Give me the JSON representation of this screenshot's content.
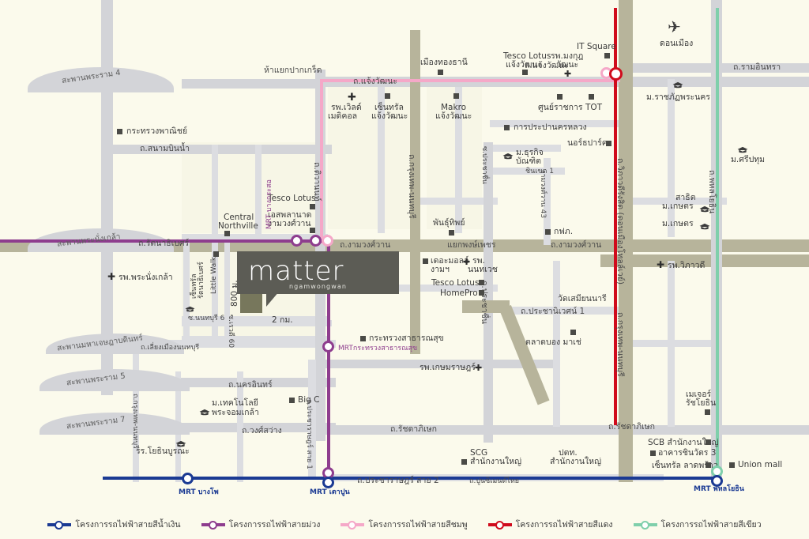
{
  "map": {
    "title": "matter ngamwongwan",
    "brand": {
      "name": "matter",
      "subtitle": "ngamwongwan"
    },
    "distances": {
      "d1": "800 ม.",
      "d2": "2 กม."
    }
  },
  "legend": {
    "items": [
      {
        "label": "โครงการรถไฟฟ้าสายสีน้ำเงิน",
        "color": "#1b3a93",
        "key": "blue"
      },
      {
        "label": "โครงการรถไฟฟ้าสายม่วง",
        "color": "#8e3d8e",
        "key": "purple"
      },
      {
        "label": "โครงการรถไฟฟ้าสายสีชมพู",
        "color": "#f5a8c8",
        "key": "pink"
      },
      {
        "label": "โครงการรถไฟฟ้าสายสีแดง",
        "color": "#d00b1c",
        "key": "red"
      },
      {
        "label": "โครงการรถไฟฟ้าสายสีเขียว",
        "color": "#7fcfab",
        "key": "green"
      }
    ]
  },
  "bridges": [
    {
      "label": "สะพานพระราม 4"
    },
    {
      "label": "สะพานพระนั่งเกล้า"
    },
    {
      "label": "สะพานมหาเจษฎาบดินทร์"
    },
    {
      "label": "สะพานพระราม 5"
    },
    {
      "label": "สะพานพระราม 7"
    }
  ],
  "roads": [
    {
      "label": "ถ.สนามบินน้ำ"
    },
    {
      "label": "ห้าแยกปากเกร็ด"
    },
    {
      "label": "ถ.แจ้งวัฒนะ"
    },
    {
      "label": "ถ.แจ้งวัฒนะ (2)"
    },
    {
      "label": "ถ.ติวานนท์"
    },
    {
      "label": "ถ.รัตนาธิเบศร์"
    },
    {
      "label": "ถ.งามวงศ์วาน"
    },
    {
      "label": "ถ.งามวงศ์วาน (2)"
    },
    {
      "label": "แยกพงษ์เพชร"
    },
    {
      "label": "ถ.ประชาชื่น"
    },
    {
      "label": "ถ.กรุงเทพ-นนทบุรี"
    },
    {
      "label": "ถ.วิภาวดีรังสิต (ดอนเมืองโทลล์เวย์)"
    },
    {
      "label": "ถ.พหลโยธิน"
    },
    {
      "label": "ถ.รามอินทรา"
    },
    {
      "label": "ถ.ประชานิเวศน์ 1"
    },
    {
      "label": "ถ.รัชดาภิเษก"
    },
    {
      "label": "ถ.รัชดาภิเษก (2)"
    },
    {
      "label": "ถ.นครอินทร์"
    },
    {
      "label": "ถ.วงศ์สว่าง"
    },
    {
      "label": "ถ.ประชาราษฎร์ สาย 1"
    },
    {
      "label": "ถ.ประชาราษฎร์ สาย 2"
    },
    {
      "label": "ถ.ปูนซิเมนต์ไทย"
    },
    {
      "label": "ถ.เลี่ยงเมืองนนทบุรี"
    },
    {
      "label": "ซ.นนทบุรี 6"
    },
    {
      "label": "ซ.เรวดี 60"
    },
    {
      "label": "ซ.ประชาชื่น"
    },
    {
      "label": "งามวงศ์วาน 43"
    },
    {
      "label": "ชินเขต 1"
    }
  ],
  "places": [
    {
      "label": "กระทรวงพาณิชย์",
      "icon": "square"
    },
    {
      "label": "เมืองทองธานี",
      "icon": "square"
    },
    {
      "label": "รพ.เวิลด์\nเมดิคอล",
      "icon": "cross"
    },
    {
      "label": "เซ็นทรัล\nแจ้งวัฒนะ",
      "icon": "square"
    },
    {
      "label": "Makro\nแจ้งวัฒนะ",
      "icon": "square"
    },
    {
      "label": "Tesco Lotus\nแจ้งวัฒนะ",
      "icon": "square"
    },
    {
      "label": "รพ.มงกุฎ\nวัฒนะ",
      "icon": "cross"
    },
    {
      "label": "IT Square",
      "icon": "square"
    },
    {
      "label": "ดอนเมือง",
      "icon": "plane"
    },
    {
      "label": "ศูนย์ราชการ",
      "icon": "square"
    },
    {
      "label": "TOT",
      "icon": "square"
    },
    {
      "label": "การประปานครหลวง",
      "icon": "square"
    },
    {
      "label": "นอร์ธปาร์ค",
      "icon": "square"
    },
    {
      "label": "ม.ธุรกิจ\nบัณฑิต",
      "icon": "cap"
    },
    {
      "label": "ม.ราชภัฏพระนคร",
      "icon": "cap"
    },
    {
      "label": "ม.ศรีปทุม",
      "icon": "cap"
    },
    {
      "label": "สาธิต\nม.เกษตร",
      "icon": "cap"
    },
    {
      "label": "ม.เกษตร",
      "icon": "cap"
    },
    {
      "label": "รพ.วิภาวดี",
      "icon": "cross"
    },
    {
      "label": "กฟภ.",
      "icon": "square"
    },
    {
      "label": "Tesco Lotus",
      "icon": "square"
    },
    {
      "label": "เอสพลานาด\nงามวงศ์วาน",
      "icon": "square"
    },
    {
      "label": "Central\nNorthville",
      "icon": "square"
    },
    {
      "label": "Little Walk",
      "icon": "square"
    },
    {
      "label": "เซ็นทรัล\nรัตนาธิเบศร์",
      "icon": "cap"
    },
    {
      "label": "รพ.พระนั่งเกล้า",
      "icon": "cross"
    },
    {
      "label": "พันธุ์ทิพย์",
      "icon": "square"
    },
    {
      "label": "เดอะมอลล์\nงามฯ",
      "icon": "square"
    },
    {
      "label": "รพ.\nนนทเวช",
      "icon": "cross"
    },
    {
      "label": "Tesco Lotus",
      "icon": "square"
    },
    {
      "label": "HomePro",
      "icon": "square"
    },
    {
      "label": "วัดเสมียนนารี",
      "icon": "square"
    },
    {
      "label": "ตลาดบอง มาเช่",
      "icon": "square"
    },
    {
      "label": "กระทรวงสาธารณสุข",
      "icon": "square"
    },
    {
      "label": "รพ.เกษมราษฎร์",
      "icon": "cross"
    },
    {
      "label": "Big C",
      "icon": "square"
    },
    {
      "label": "ม.เทคโนโลยี\nพระจอมเกล้า",
      "icon": "cap"
    },
    {
      "label": "รร.โยธินบูรณะ",
      "icon": "cap"
    },
    {
      "label": "SCG\nสำนักงานใหญ่",
      "icon": "square"
    },
    {
      "label": "ปตท.\nสำนักงานใหญ่",
      "icon": "square"
    },
    {
      "label": "เมเจอร์\nรัชโยธิน",
      "icon": "square"
    },
    {
      "label": "SCB สำนักงานใหญ่",
      "icon": "square"
    },
    {
      "label": "อาคารชินวัตร 3",
      "icon": "square"
    },
    {
      "label": "เซ็นทรัล ลาดพร้าว",
      "icon": "square"
    },
    {
      "label": "Union mall",
      "icon": "square"
    }
  ],
  "stations": [
    {
      "label": "MRT บางกระสอ",
      "line": "purple"
    },
    {
      "label": "MRTกระทรวงสาธารณสุข",
      "line": "purple"
    },
    {
      "label": "MRT บางโพ",
      "line": "blue"
    },
    {
      "label": "MRT เตาปูน",
      "line": "blue"
    },
    {
      "label": "MRT พหลโยธิน",
      "line": "blue"
    }
  ],
  "labels": {
    "ministry_commerce": "กระทรวงพาณิชย์",
    "sanambinnam": "ถ.สนามบินน้ำ",
    "pakkret": "ห้าแยกปากเกร็ด",
    "chaengwattana": "ถ.แจ้งวัฒนะ",
    "chaengwattana2": "ถ.แจ้งวัฒนะ",
    "tiwanon": "ถ.ติวานนท์",
    "rattanathibet": "ถ.รัตนาธิเบศร์",
    "ngamwongwan": "ถ.งามวงศ์วาน",
    "ngamwongwan2": "ถ.งามวงศ์วาน",
    "phongphet": "แยกพงษ์เพชร",
    "prachachuen": "ถ.ประชาชื่น",
    "krungthep_nonthaburi": "ถ.กรุงเทพ-นนทบุรี",
    "viphavadi": "ถ.วิภาวดีรังสิต (ดอนเมืองโทลล์เวย์)",
    "phaholyothin": "ถ.พหลโยธิน",
    "ramintra": "ถ.รามอินทรา",
    "prachaniwet": "ถ.ประชานิเวศน์ 1",
    "ratchada": "ถ.รัชดาภิเษก",
    "ratchada2": "ถ.รัชดาภิเษก",
    "nakhon_in": "ถ.นครอินทร์",
    "wongsawang": "ถ.วงศ์สว่าง",
    "pracharat1": "ถ.ประชาราษฎร์ สาย 1",
    "pracharat2": "ถ.ประชาราษฎร์ สาย 2",
    "puncement": "ถ.ปูนซิเมนต์ไทย",
    "liang_muang": "ถ.เลี่ยงเมืองนนทบุรี",
    "soi_nonthaburi6": "ซ.นนทบุรี 6",
    "soi_rewadee60": "ซ.เรวดี 60",
    "soi_prachachuen": "ซ.ประชาชื่น",
    "ngamwongwan43": "งามวงศ์วาน 43",
    "chinnakhet1": "ชินเขต 1",
    "bridge_rama4": "สะพานพระราม 4",
    "bridge_phranangklao": "สะพานพระนั่งเกล้า",
    "bridge_mahachet": "สะพานมหาเจษฎาบดินทร์",
    "bridge_rama5": "สะพานพระราม 5",
    "bridge_rama7": "สะพานพระราม 7",
    "muangthong": "เมืองทองธานี",
    "world_medical": "รพ.เวิลด์",
    "world_medical2": "เมดิคอล",
    "central_cw": "เซ็นทรัล",
    "central_cw2": "แจ้งวัฒนะ",
    "makro": "Makro",
    "makro2": "แจ้งวัฒนะ",
    "tesco_cw": "Tesco Lotus",
    "tesco_cw2": "แจ้งวัฒนะ",
    "mongkut": "รพ.มงกุฎ",
    "mongkut2": "วัฒนะ",
    "itsquare": "IT Square",
    "donmuang": "ดอนเมือง",
    "soonratchakan": "ศูนย์ราชการ",
    "tot": "TOT",
    "mwa": "การประปานครหลวง",
    "northpark": "นอร์ธปาร์ค",
    "dpu": "ม.ธุรกิจ",
    "dpu2": "บัณฑิต",
    "rajabhat": "ม.ราชภัฏพระนคร",
    "sripatum": "ม.ศรีปทุม",
    "satit_ku": "สาธิต",
    "satit_ku2": "ม.เกษตร",
    "ku": "ม.เกษตร",
    "vibhavadi_hosp": "รพ.วิภาวดี",
    "pea": "กฟภ.",
    "tesco_ngam": "Tesco Lotus",
    "esplanade": "เอสพลานาด",
    "esplanade2": "งามวงศ์วาน",
    "central_north": "Central",
    "central_north2": "Northville",
    "little_walk": "Little Walk",
    "central_rat": "เซ็นทรัล",
    "central_rat2": "รัตนาธิเบศร์",
    "phranangklao_hosp": "รพ.พระนั่งเกล้า",
    "pantip": "พันธุ์ทิพย์",
    "themall": "เดอะมอลล์",
    "themall2": "งามฯ",
    "nonthavej": "รพ.",
    "nonthavej2": "นนทเวช",
    "tesco_ng": "Tesco Lotus",
    "homepro": "HomePro",
    "wat_samian": "วัดเสมียนนารี",
    "bon_marche": "ตลาดบอง มาเช่",
    "moph": "กระทรวงสาธารณสุข",
    "kasemrad": "รพ.เกษมราษฎร์",
    "bigc": "Big C",
    "kmutnb": "ม.เทคโนโลยี",
    "kmutnb2": "พระจอมเกล้า",
    "yothinburana": "รร.โยธินบูรณะ",
    "scg": "SCG",
    "scg2": "สำนักงานใหญ่",
    "ptt": "ปตท.",
    "ptt2": "สำนักงานใหญ่",
    "major": "เมเจอร์",
    "major2": "รัชโยธิน",
    "scb": "SCB สำนักงานใหญ่",
    "shinawatra3": "อาคารชินวัตร 3",
    "central_ladprao": "เซ็นทรัล ลาดพร้าว",
    "union_mall": "Union mall",
    "mrt_bangkrasor": "MRT บางกระสอ",
    "mrt_moph": "MRTกระทรวงสาธารณสุข",
    "mrt_bangpho": "MRT บางโพ",
    "mrt_taopoon": "MRT เตาปูน",
    "mrt_phaholyothin": "MRT พหลโยธิน",
    "dist_800": "800 ม.",
    "dist_2km": "2 กม."
  }
}
